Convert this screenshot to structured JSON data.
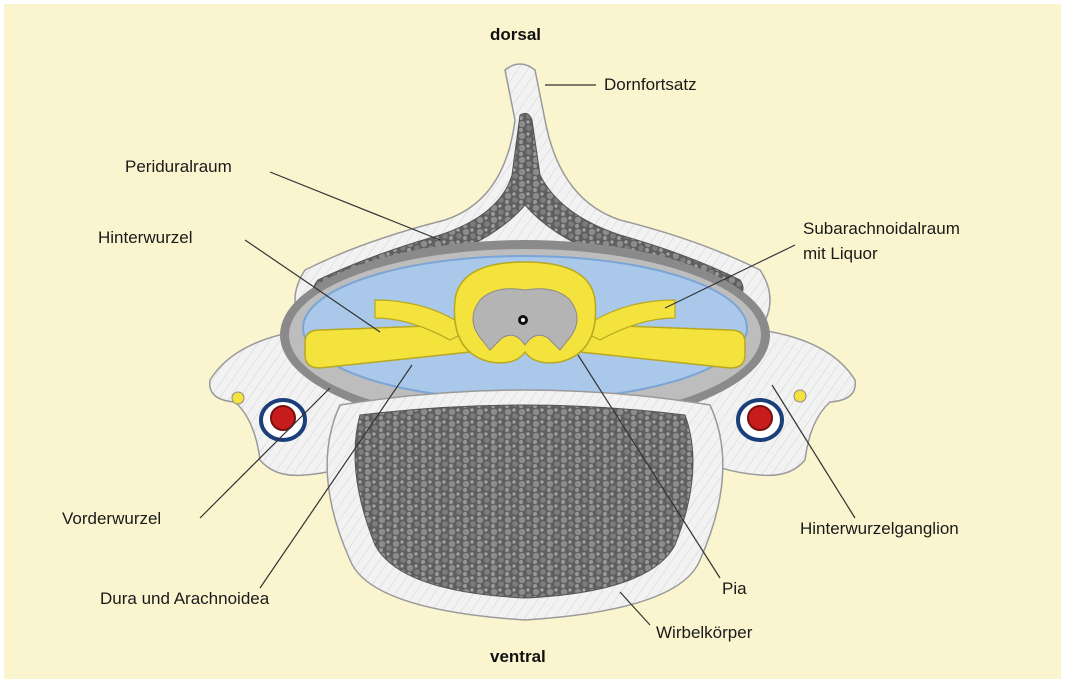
{
  "orientation": {
    "top": "dorsal",
    "bottom": "ventral"
  },
  "labels": {
    "dornfortsatz": "Dornfortsatz",
    "periduralraum": "Periduralraum",
    "hinterwurzel": "Hinterwurzel",
    "subarachnoidalraum_1": "Subarachnoidalraum",
    "subarachnoidalraum_2": "mit Liquor",
    "vorderwurzel": "Vorderwurzel",
    "hinterwurzelganglion": "Hinterwurzelganglion",
    "dura": "Dura und Arachnoidea",
    "pia": "Pia",
    "wirbelkoerper": "Wirbelkörper"
  },
  "colors": {
    "background": "#fbf5cf",
    "bone": "#f1f1f1",
    "spongy_bone": "#6e6e6e",
    "csf": "#a9c8ea",
    "white_matter": "#f3e33c",
    "gray_matter": "#b4b4b4",
    "dura": "#8a8a8a",
    "artery": "#c81d1d",
    "vein": "#1b3f7a"
  }
}
